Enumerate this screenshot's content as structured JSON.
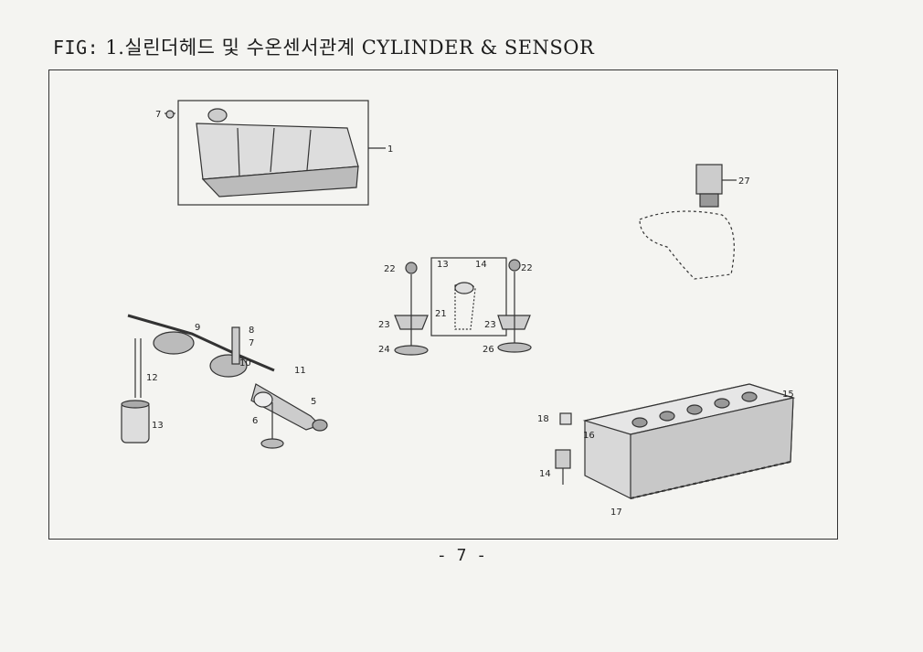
{
  "header": {
    "prefix": "FIG:",
    "title": "1.실린더헤드 및 수온센서관계 CYLINDER & SENSOR"
  },
  "callouts": {
    "cover": [
      "1",
      "7"
    ],
    "sensor": [
      "27"
    ],
    "valve": [
      "22",
      "13",
      "14",
      "21",
      "23",
      "22",
      "23",
      "24",
      "26"
    ],
    "rocker": [
      "9",
      "8",
      "7",
      "10",
      "11",
      "12",
      "13",
      "5",
      "6"
    ],
    "head": [
      "18",
      "16",
      "15",
      "14",
      "17"
    ]
  },
  "footer": {
    "page": "- 7 -"
  }
}
